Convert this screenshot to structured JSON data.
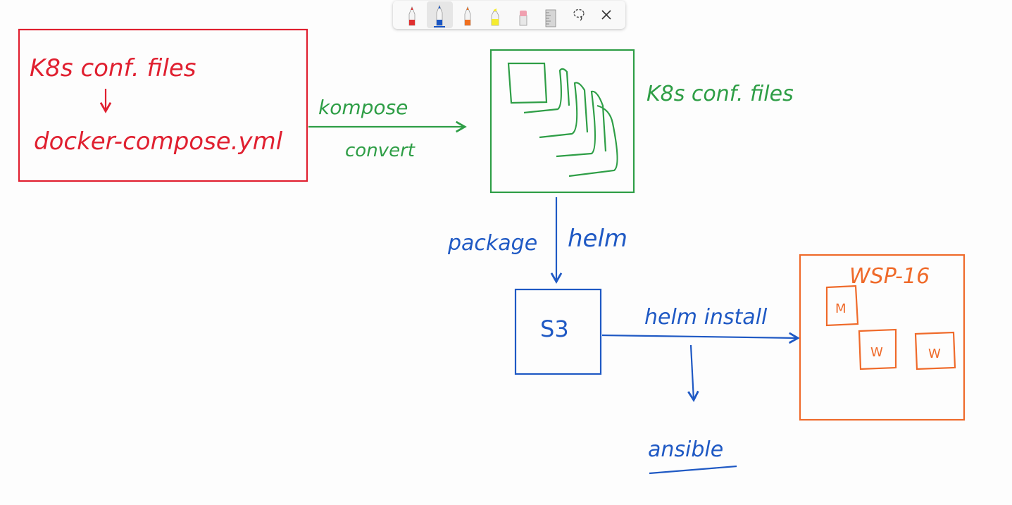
{
  "toolbar": {
    "tools": [
      {
        "name": "red-pen",
        "color": "#e03030"
      },
      {
        "name": "blue-pen",
        "color": "#1a56c4"
      },
      {
        "name": "orange-pen",
        "color": "#f07020"
      },
      {
        "name": "highlighter",
        "color": "#f5ec30"
      },
      {
        "name": "eraser",
        "color": "#f0a0b0"
      },
      {
        "name": "ruler",
        "color": "#c8c8c8"
      }
    ],
    "selected_tool": "blue-pen",
    "lasso_icon": "lasso-icon",
    "close_icon": "close-icon"
  },
  "colors": {
    "red": "#e02030",
    "green": "#2e9e46",
    "blue": "#1f59c4",
    "orange": "#ef6a2a"
  },
  "diagram": {
    "source_box": {
      "line1": "K8s conf. files",
      "line2": "docker-compose.yml"
    },
    "kompose_arrow": {
      "label_top": "kompose",
      "label_bottom": "convert"
    },
    "k8s_files_label": "K8s conf. files",
    "package_arrow": {
      "label_left": "package",
      "label_right": "helm"
    },
    "s3_label": "S3",
    "install_arrow": {
      "label": "helm install"
    },
    "branch_label": "ansible",
    "cluster": {
      "label": "WSP-16",
      "master_label": "M",
      "worker_labels": [
        "W",
        "W"
      ]
    }
  }
}
